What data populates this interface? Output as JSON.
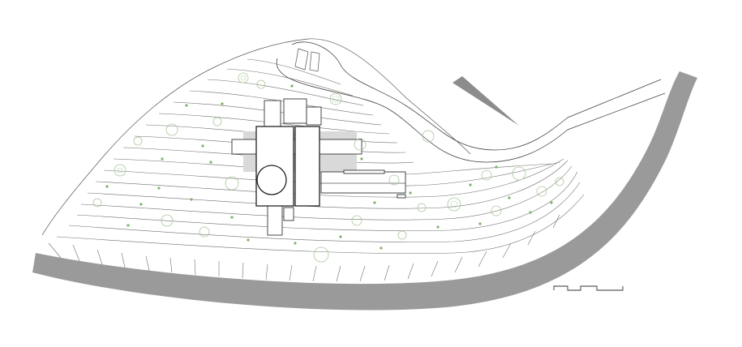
{
  "drawing": {
    "type": "site-plan",
    "colors": {
      "background": "#ffffff",
      "retaining_wall": "#9a9a9a",
      "contour_lines": "#6f6f6f",
      "vegetation": "#7fb06a",
      "tree_canopy": "#a9c79a",
      "building_outline": "#222222"
    },
    "elements": [
      "retaining-wall",
      "terrain-contours",
      "access-road",
      "building",
      "trees",
      "scale-bar",
      "north-wedge"
    ]
  }
}
